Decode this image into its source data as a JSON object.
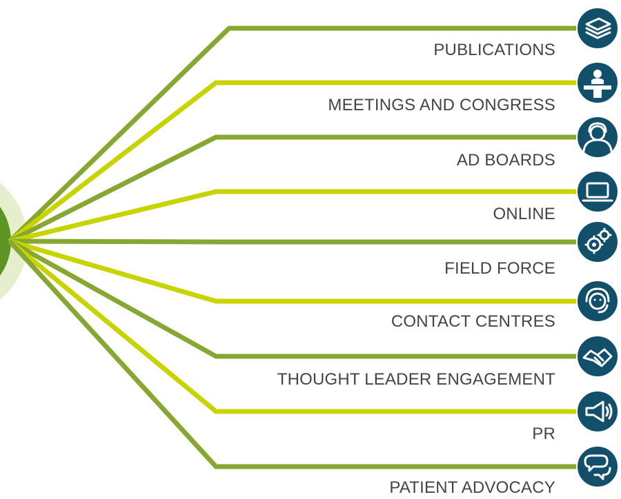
{
  "colors": {
    "dark_green": "#86a832",
    "lime": "#c8d400",
    "hub_outer": "#e6efcd",
    "hub_inner": "#5e9421",
    "icon_bg": "#124f6a"
  },
  "channels": [
    {
      "label": "PUBLICATIONS",
      "icon": "stacked-papers-icon"
    },
    {
      "label": "MEETINGS AND CONGRESS",
      "icon": "speaker-podium-icon"
    },
    {
      "label": "AD BOARDS",
      "icon": "person-with-headset-icon"
    },
    {
      "label": "ONLINE",
      "icon": "laptop-icon"
    },
    {
      "label": "FIELD FORCE",
      "icon": "gears-icon"
    },
    {
      "label": "CONTACT CENTRES",
      "icon": "call-centre-agent-icon"
    },
    {
      "label": "THOUGHT LEADER ENGAGEMENT",
      "icon": "handshake-icon"
    },
    {
      "label": "PR",
      "icon": "megaphone-icon"
    },
    {
      "label": "PATIENT ADVOCACY",
      "icon": "speech-bubbles-icon"
    }
  ]
}
